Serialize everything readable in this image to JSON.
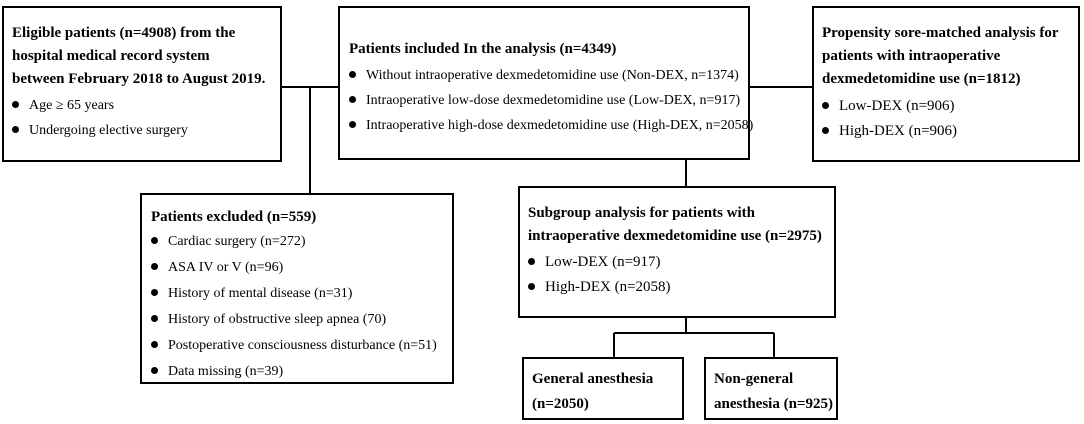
{
  "eligible": {
    "title": "Eligible patients (n=4908) from the hospital medical record system between February 2018 to August 2019.",
    "title_lines": [
      "Eligible patients (n=4908) from the",
      "hospital medical record system",
      "between February 2018 to August 2019."
    ],
    "items": [
      "Age ≥ 65 years",
      "Undergoing elective surgery"
    ]
  },
  "included": {
    "title": "Patients included In the analysis (n=4349)",
    "items": [
      "Without intraoperative  dexmedetomidine use (Non-DEX, n=1374)",
      "Intraoperative low-dose dexmedetomidine use (Low-DEX, n=917)",
      "Intraoperative high-dose dexmedetomidine use (High-DEX,  n=2058)"
    ]
  },
  "propensity": {
    "title_lines": [
      "Propensity sore-matched analysis for",
      "patients with intraoperative",
      "dexmedetomidine use (n=1812)"
    ],
    "items": [
      "Low-DEX (n=906)",
      "High-DEX (n=906)"
    ]
  },
  "excluded": {
    "title": "Patients excluded (n=559)",
    "items": [
      "Cardiac surgery (n=272)",
      "ASA IV or V (n=96)",
      "History of mental disease (n=31)",
      "History of obstructive sleep apnea (70)",
      "Postoperative consciousness disturbance (n=51)",
      "Data missing  (n=39)"
    ]
  },
  "subgroup": {
    "title_lines": [
      "Subgroup analysis for patients with",
      "intraoperative dexmedetomidine use (n=2975)"
    ],
    "items": [
      "Low-DEX (n=917)",
      "High-DEX (n=2058)"
    ]
  },
  "general": {
    "title_lines": [
      "General anesthesia",
      "(n=2050)"
    ]
  },
  "nongeneral": {
    "title_lines": [
      "Non-general",
      "anesthesia (n=925)"
    ]
  }
}
